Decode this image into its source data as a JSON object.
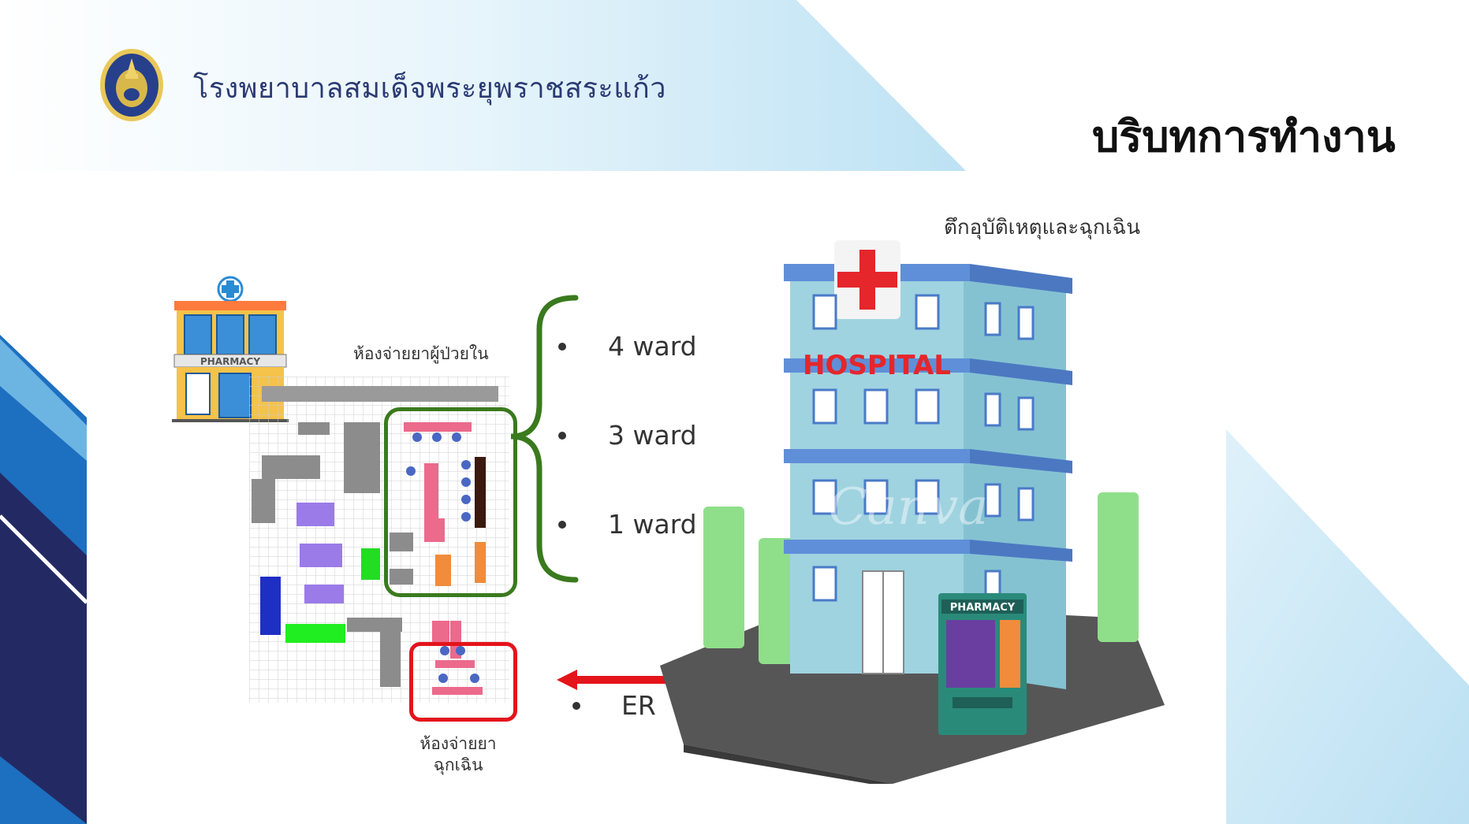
{
  "header": {
    "hospital_name": "โรงพยาบาลสมเด็จพระยุพราชสระแก้ว",
    "slide_title": "บริบทการทำงาน"
  },
  "labels": {
    "building_label": "ตึกอุบัติเหตุและฉุกเฉิน",
    "inpatient_pharmacy": "ห้องจ่ายยาผู้ป่วยใน",
    "er_pharmacy_line1": "ห้องจ่ายยา",
    "er_pharmacy_line2": "ฉุกเฉิน"
  },
  "wards": [
    {
      "label": "4 ward"
    },
    {
      "label": "3 ward"
    },
    {
      "label": "1 ward"
    }
  ],
  "er": {
    "label": "ER"
  },
  "illustration_text": {
    "pharmacy_sign": "PHARMACY",
    "hospital_sign": "HOSPITAL",
    "kiosk_sign": "PHARMACY",
    "watermark": "Canva"
  },
  "colors": {
    "navy": "#232a63",
    "blue": "#1d6fc0",
    "light_blue": "#bfe4f5",
    "green_bracket": "#3a7a1e",
    "red_highlight": "#e4141b"
  },
  "icons": [
    "hospital-logo-icon",
    "pharmacy-building-icon",
    "hospital-building-icon",
    "red-arrow-icon"
  ]
}
